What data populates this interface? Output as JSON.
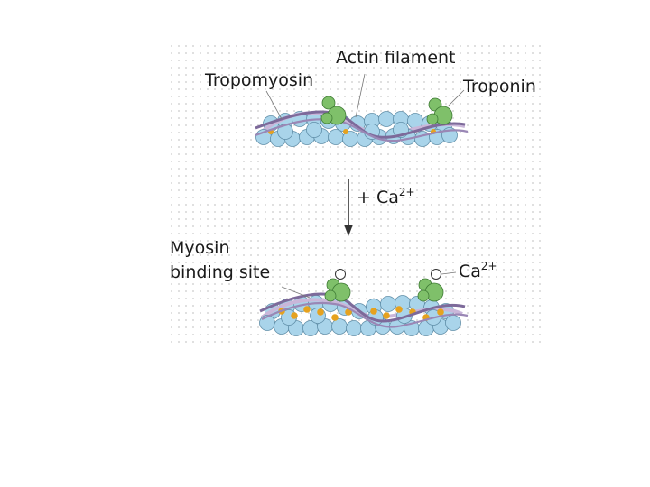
{
  "labels": {
    "tropomyosin": "Tropomyosin",
    "actin_filament": "Actin filament",
    "troponin": "Troponin",
    "arrow_prefix": "+ Ca",
    "arrow_sup": "2+",
    "myosin_line1": "Myosin",
    "myosin_line2": "binding site",
    "ca_label": "Ca",
    "ca_sup": "2+"
  },
  "colors": {
    "actin": "#a9d4ea",
    "actin_stroke": "#5f8ea8",
    "tropomyosin": "#7d6a9a",
    "tropomyosin_light": "#c9b6d9",
    "troponin": "#7fc06a",
    "troponin_stroke": "#3e7a34",
    "binding_site": "#e6a21e",
    "calcium": "#ffffff",
    "arrow": "#333333"
  }
}
